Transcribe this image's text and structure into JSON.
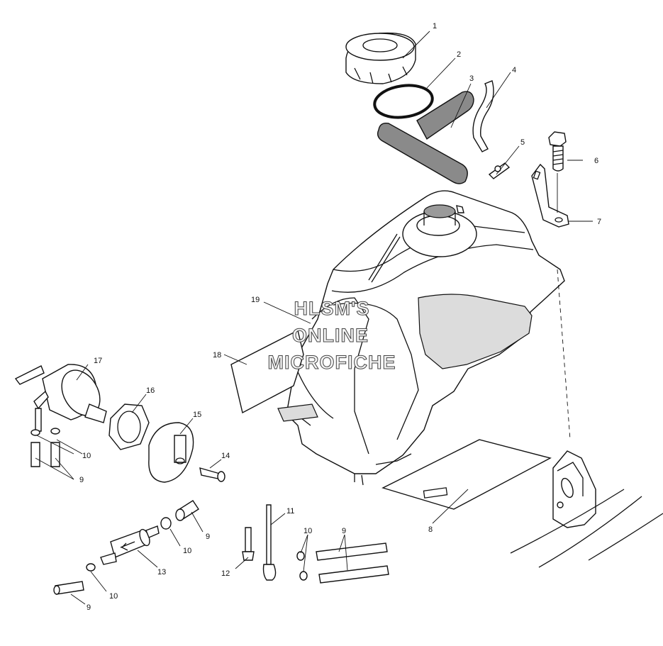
{
  "watermark": {
    "line1": "HLSM'S",
    "line2": "ONLINE",
    "line3": "MICROFICHE"
  },
  "callouts": [
    {
      "id": "c1",
      "label": "1"
    },
    {
      "id": "c2",
      "label": "2"
    },
    {
      "id": "c3",
      "label": "3"
    },
    {
      "id": "c4",
      "label": "4"
    },
    {
      "id": "c5",
      "label": "5"
    },
    {
      "id": "c6",
      "label": "6"
    },
    {
      "id": "c7",
      "label": "7"
    },
    {
      "id": "c8",
      "label": "8"
    },
    {
      "id": "c9a",
      "label": "9"
    },
    {
      "id": "c9b",
      "label": "9"
    },
    {
      "id": "c9c",
      "label": "9"
    },
    {
      "id": "c9d",
      "label": "9"
    },
    {
      "id": "c10a",
      "label": "10"
    },
    {
      "id": "c10b",
      "label": "10"
    },
    {
      "id": "c10c",
      "label": "10"
    },
    {
      "id": "c10d",
      "label": "10"
    },
    {
      "id": "c11",
      "label": "11"
    },
    {
      "id": "c12",
      "label": "12"
    },
    {
      "id": "c13",
      "label": "13"
    },
    {
      "id": "c14",
      "label": "14"
    },
    {
      "id": "c15",
      "label": "15"
    },
    {
      "id": "c16",
      "label": "16"
    },
    {
      "id": "c17",
      "label": "17"
    },
    {
      "id": "c18",
      "label": "18"
    },
    {
      "id": "c19",
      "label": "19"
    }
  ]
}
